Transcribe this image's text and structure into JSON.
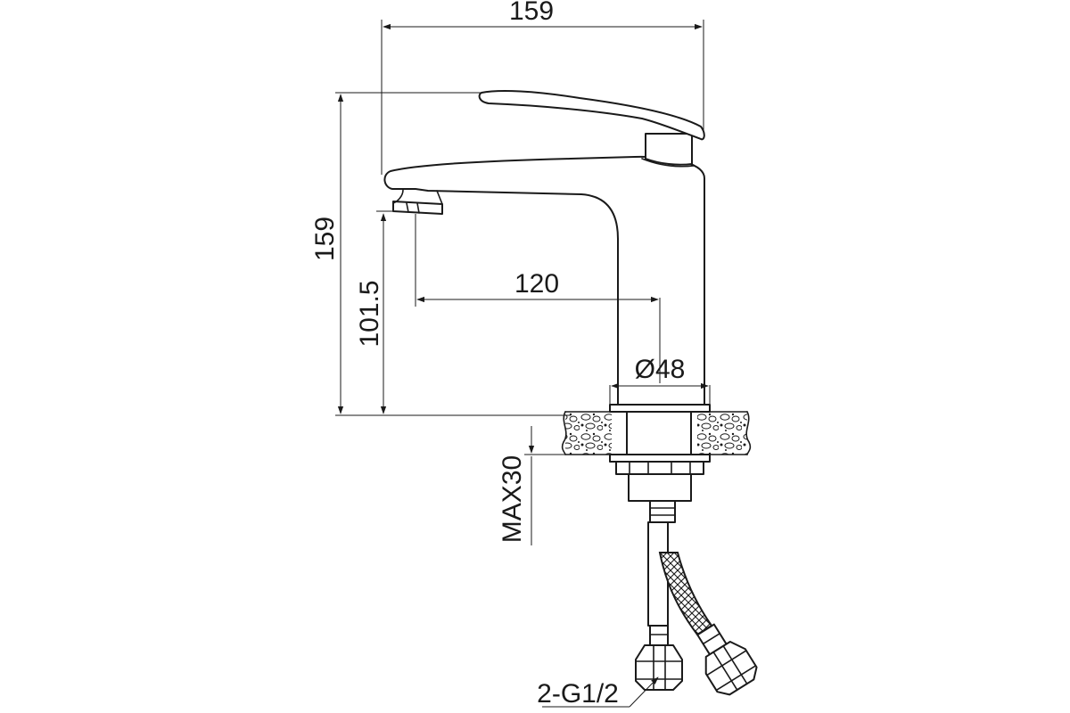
{
  "dimensions": {
    "total_width": "159",
    "total_height": "159",
    "spout_height": "101.5",
    "spout_reach": "120",
    "base_diameter": "Ø48",
    "max_countertop": "MAX30",
    "hose_connection": "2-G1/2"
  },
  "colors": {
    "line": "#1a1a1a",
    "background": "#ffffff"
  }
}
